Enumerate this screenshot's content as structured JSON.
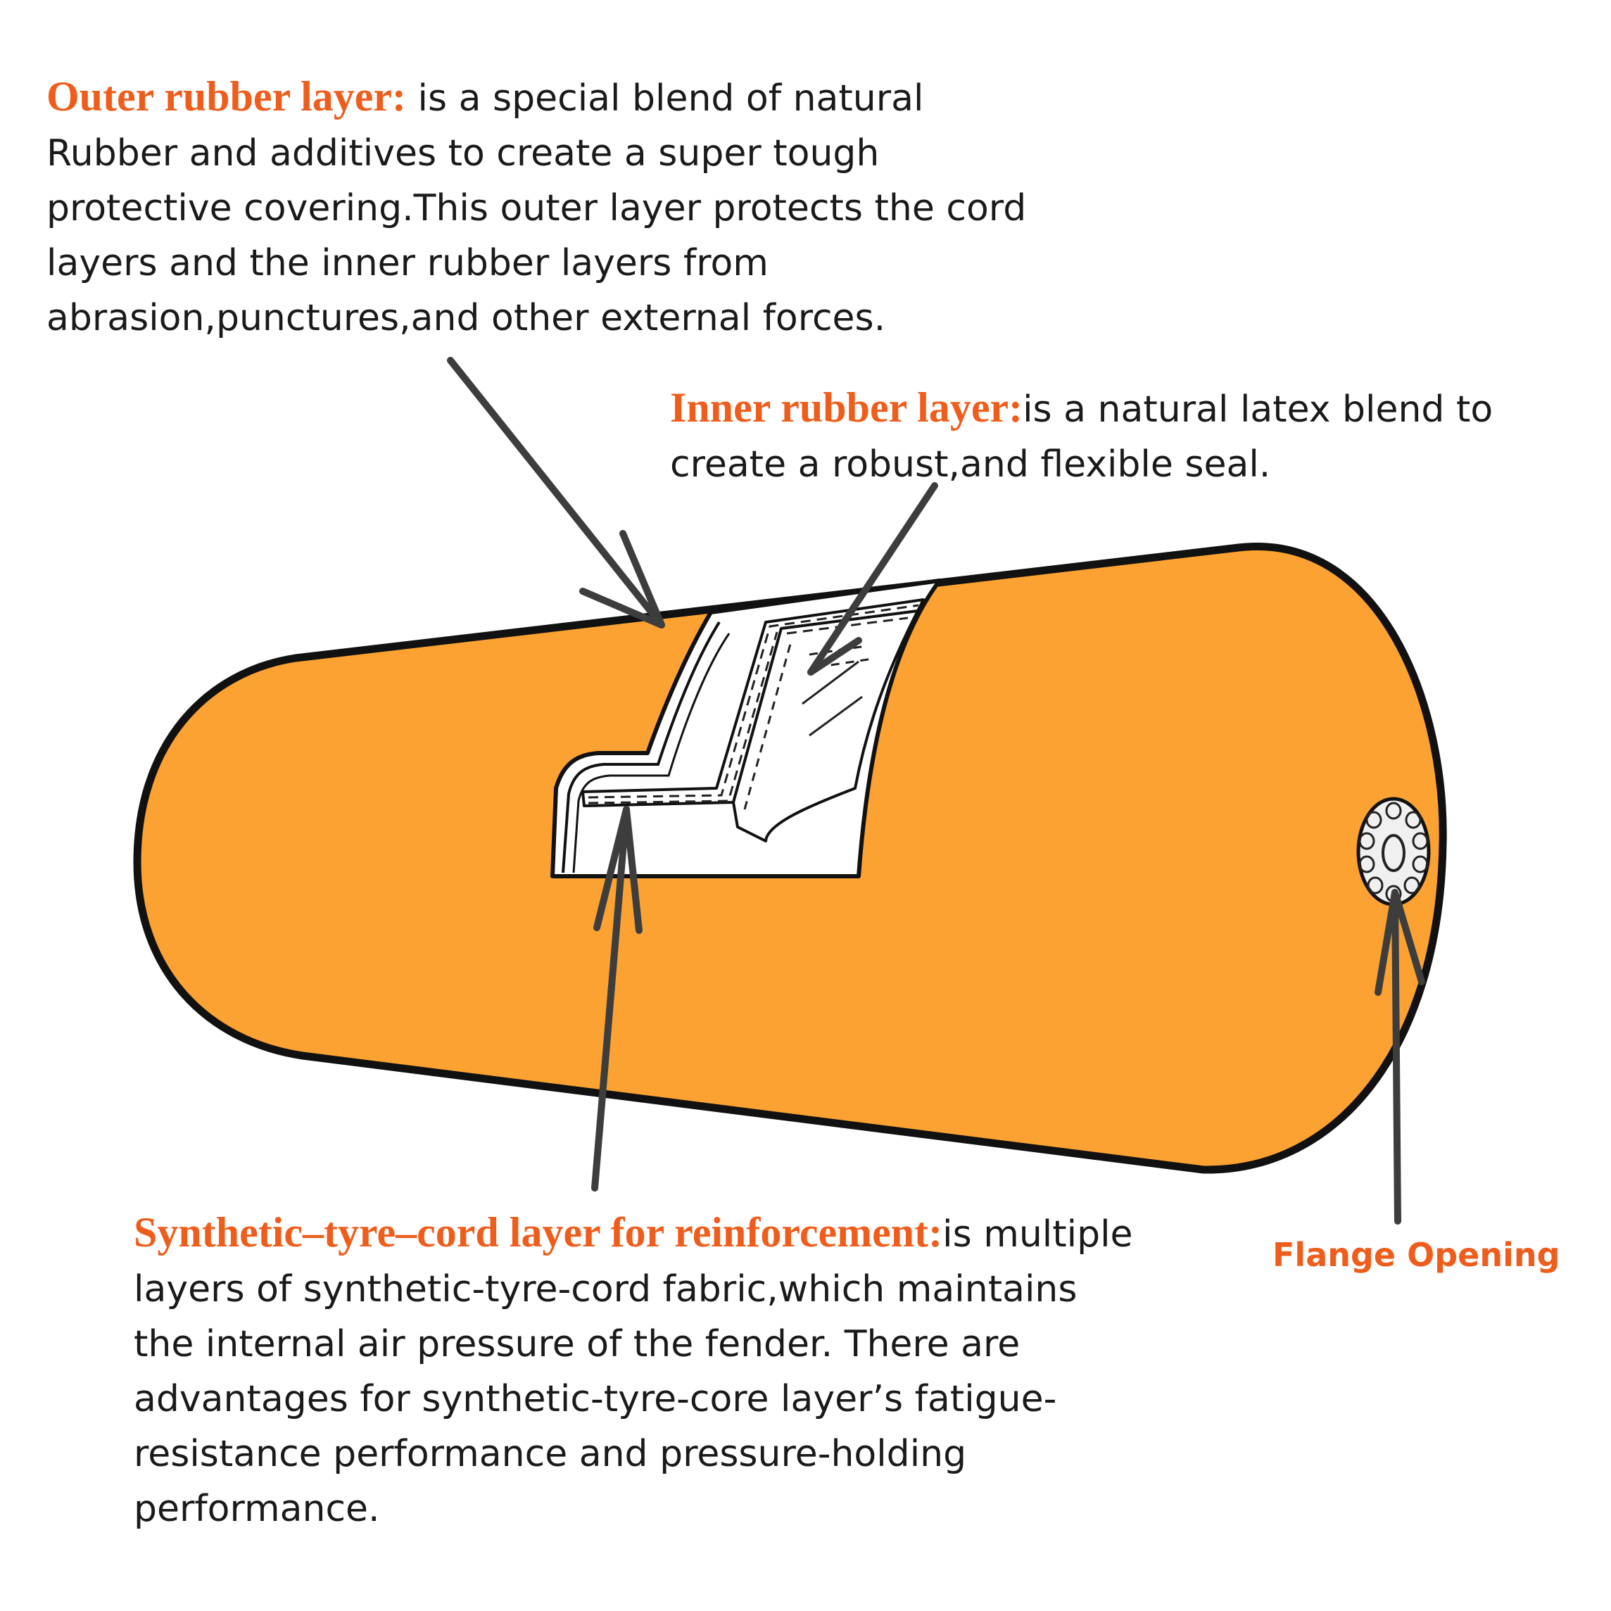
{
  "colors": {
    "accent": "#ef5d1c",
    "fender_fill": "#fca232",
    "outline": "#111111",
    "arrow": "#3d3d3d",
    "body_text": "#1a1a1a"
  },
  "callouts": {
    "outer": {
      "heading": "Outer rubber layer:",
      "body": " is a special blend of natural Rubber and additives to create a super tough protective covering.This outer layer protects the cord layers and the inner rubber layers from abrasion,punctures,and other external forces."
    },
    "inner": {
      "heading": "Inner rubber layer:",
      "body": "is a natural latex  blend to create a robust,and flexible seal."
    },
    "cord": {
      "heading": "Synthetic–tyre–cord layer for reinforcement:",
      "body": "is multiple layers of synthetic-tyre-cord fabric,which maintains the internal air pressure of the fender. There are advantages for synthetic-tyre-core layer’s fatigue-resistance performance and pressure-holding performance."
    }
  },
  "flange": {
    "label": "Flange Opening"
  }
}
